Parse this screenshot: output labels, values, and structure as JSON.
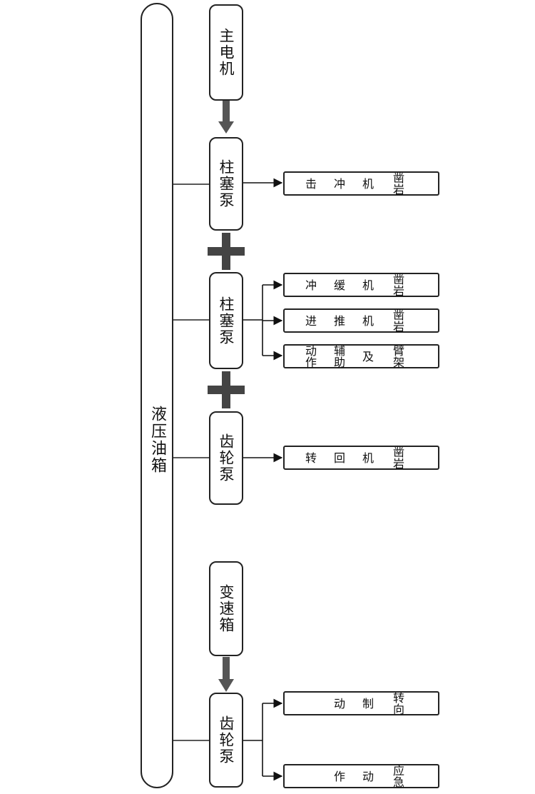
{
  "tank": {
    "label": "液压油箱"
  },
  "components": {
    "motor": "主电机",
    "piston_pump_1": "柱塞泵",
    "piston_pump_2": "柱塞泵",
    "gear_pump_1": "齿轮泵",
    "gearbox": "变速箱",
    "gear_pump_2": "齿轮泵"
  },
  "actions": {
    "a1": [
      "凿岩",
      "机",
      "冲",
      "击"
    ],
    "a2": [
      "凿岩",
      "机",
      "缓",
      "冲"
    ],
    "a3": [
      "凿岩",
      "机",
      "推",
      "进"
    ],
    "a4": [
      "臂架",
      "及",
      "辅助",
      "动作"
    ],
    "a5": [
      "凿岩",
      "机",
      "回",
      "转"
    ],
    "a6": [
      "转向",
      "制",
      "动"
    ],
    "a7": [
      "应急",
      "动",
      "作"
    ]
  }
}
